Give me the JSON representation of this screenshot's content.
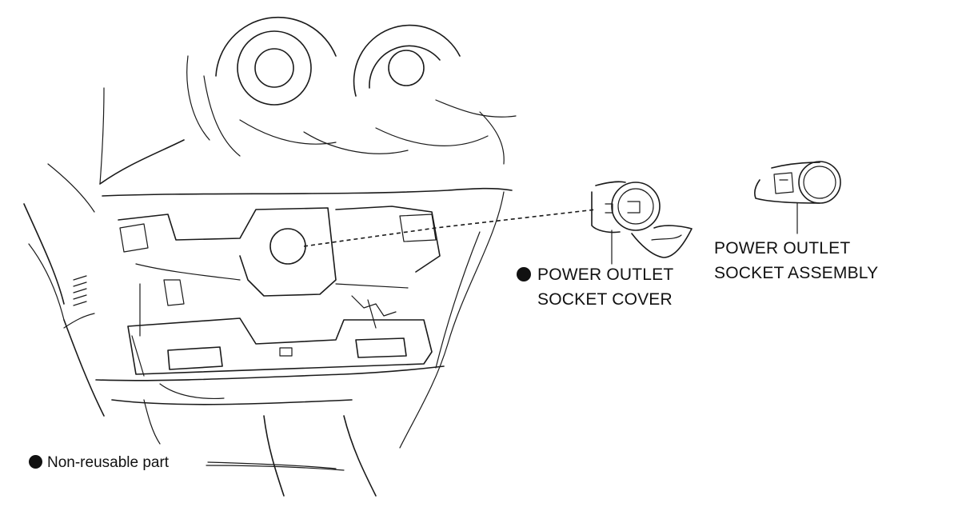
{
  "labels": {
    "cover_line1": "POWER OUTLET",
    "cover_line2": "SOCKET COVER",
    "assembly_line1": "POWER OUTLET",
    "assembly_line2": "SOCKET ASSEMBLY",
    "legend": "Non-reusable part"
  },
  "icons": {
    "non_reusable_marker": "filled-circle-icon"
  }
}
